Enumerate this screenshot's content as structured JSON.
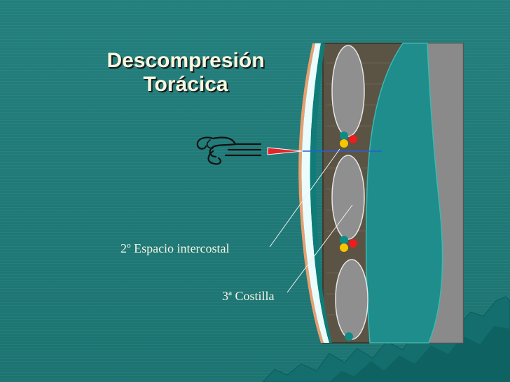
{
  "slide": {
    "title_line1": "Descompresión",
    "title_line2": "Torácica",
    "label_intercostal": "2º Espacio intercostal",
    "label_costilla": "3ª Costilla"
  },
  "colors": {
    "background": "#1f7a78",
    "title_text": "#f6f9e0",
    "rib": "#8f8f8f",
    "intercostal_space": "#5b5444",
    "lung": "#1e8d8c",
    "pleura": "#eafcfb",
    "skin": "#e8a070",
    "needle": "#e0262a",
    "guide_line": "#2c5cd6",
    "vessel_red": "#ee1c1c",
    "vessel_yellow": "#f5c500",
    "vessel_teal": "#0d8b85",
    "mountains": "#0f6a6a"
  },
  "icons": [
    "air-flow-icon",
    "needle-icon"
  ]
}
